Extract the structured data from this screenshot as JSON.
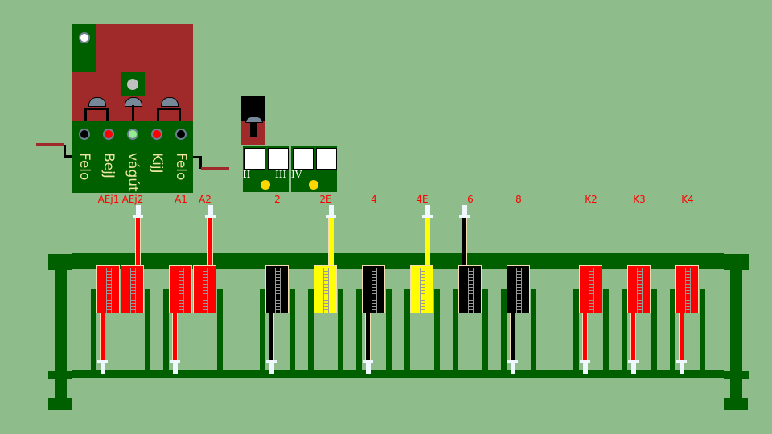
{
  "panel": {
    "lamps": [
      {
        "name": "felo-left",
        "color": "#000000"
      },
      {
        "name": "bejj",
        "color": "#ff0000"
      },
      {
        "name": "vagut",
        "color": "#90ee90"
      },
      {
        "name": "kijj",
        "color": "#ff0000"
      },
      {
        "name": "felo-right",
        "color": "#000000"
      }
    ],
    "texts": [
      "Felo",
      "BejJ",
      "vágút",
      "KijJ",
      "Felo"
    ]
  },
  "selector": {
    "roman": [
      "II",
      "III",
      "IV"
    ]
  },
  "units": [
    {
      "label": "AEj1",
      "color": "#ff0000",
      "rod": "down"
    },
    {
      "label": "AEj2",
      "color": "#ff0000",
      "rod": "up"
    },
    {
      "label": "A1",
      "color": "#ff0000",
      "rod": "down"
    },
    {
      "label": "A2",
      "color": "#ff0000",
      "rod": "up"
    },
    {
      "label": "2",
      "color": "#000000",
      "rod": "down"
    },
    {
      "label": "2E",
      "color": "#ffff00",
      "rod": "up"
    },
    {
      "label": "4",
      "color": "#000000",
      "rod": "down"
    },
    {
      "label": "4E",
      "color": "#ffff00",
      "rod": "up"
    },
    {
      "label": "6",
      "color": "#000000",
      "rod": "up"
    },
    {
      "label": "8",
      "color": "#000000",
      "rod": "down"
    },
    {
      "label": "K2",
      "color": "#ff0000",
      "rod": "down"
    },
    {
      "label": "K3",
      "color": "#ff0000",
      "rod": "down"
    },
    {
      "label": "K4",
      "color": "#ff0000",
      "rod": "down"
    }
  ]
}
